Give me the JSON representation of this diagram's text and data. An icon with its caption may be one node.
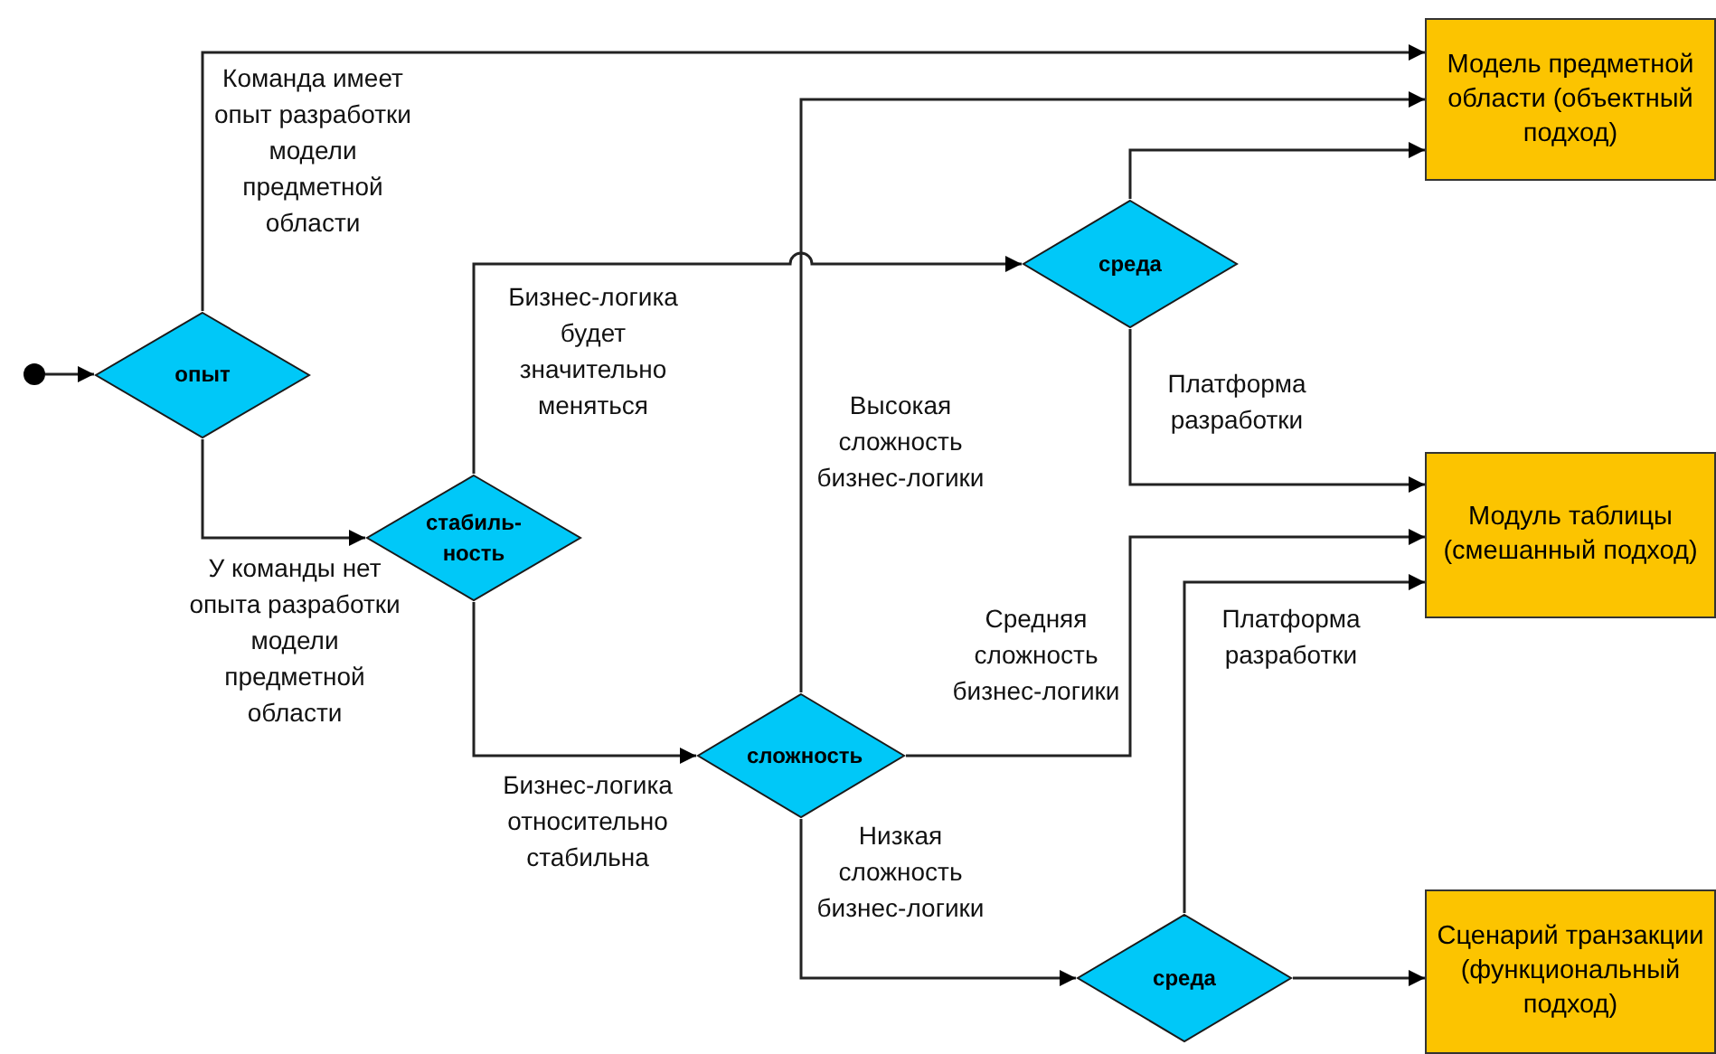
{
  "diagram": {
    "nodes": [
      {
        "text": [],
        "shape": "circle"
      },
      {
        "text": [
          "опыт"
        ]
      },
      {
        "text": [
          "стабиль-ность"
        ]
      },
      {
        "text": [
          "среда"
        ]
      },
      {
        "text": [
          "сложность"
        ]
      },
      {
        "text": [
          "среда"
        ]
      },
      {
        "text": [
          "Модель предметной области (объектный подход)"
        ]
      },
      {
        "text": [
          "Модуль таблицы (смешанный подход)"
        ]
      },
      {
        "text": [
          "Сценарий транзакции (функциональный подход)"
        ]
      }
    ],
    "edges": [
      {
        "from": 0,
        "to": 1,
        "arrow": "to"
      },
      {
        "from": 1,
        "to": 6,
        "arrow": "to",
        "label": "Команда имеет опыт разработки модели предметной области"
      },
      {
        "from": 1,
        "to": 2,
        "arrow": "to",
        "label": "У команды нет опыта разработки модели предметной области"
      },
      {
        "from": 2,
        "to": 3,
        "arrow": "to",
        "label": "Бизнес-логика будет значительно меняться"
      },
      {
        "from": 2,
        "to": 4,
        "arrow": "to",
        "label": "Бизнес-логика относительно стабильна"
      },
      {
        "from": 4,
        "to": 6,
        "arrow": "to",
        "label": "Высокая сложность бизнес-логики"
      },
      {
        "from": 3,
        "to": 6,
        "arrow": "to"
      },
      {
        "from": 3,
        "to": 7,
        "arrow": "to",
        "label": "Платформа разработки"
      },
      {
        "from": 4,
        "to": 7,
        "arrow": "to",
        "label": "Средняя сложность бизнес-логики"
      },
      {
        "from": 4,
        "to": 5,
        "arrow": "to",
        "label": "Низкая сложность бизнес-логики"
      },
      {
        "from": 5,
        "to": 7,
        "arrow": "to",
        "label": "Платформа разработки"
      },
      {
        "from": 5,
        "to": 8,
        "arrow": "to"
      }
    ]
  }
}
